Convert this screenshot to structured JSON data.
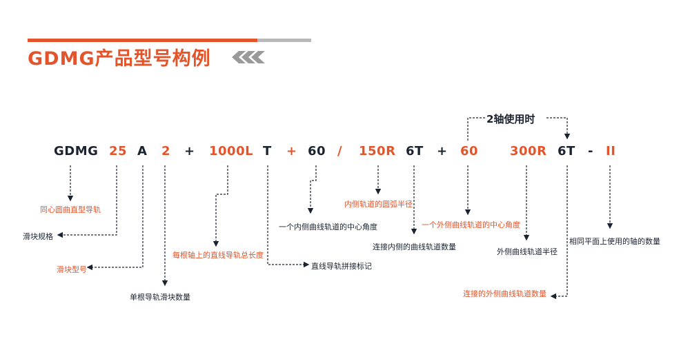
{
  "header": {
    "title": "GDMG产品型号构例"
  },
  "colors": {
    "accent": "#e4542a",
    "dark": "#1b2330",
    "divider_gray": "#b9b9b9",
    "chevron_gray": "#9a9a9a"
  },
  "model": {
    "segments": [
      {
        "text": "GDMG",
        "color": "dark"
      },
      {
        "text": "25",
        "color": "orange"
      },
      {
        "text": "A",
        "color": "dark"
      },
      {
        "text": "2",
        "color": "orange"
      },
      {
        "text": "+",
        "color": "dark"
      },
      {
        "text": "1000L",
        "color": "orange"
      },
      {
        "text": "T",
        "color": "dark"
      },
      {
        "text": "+",
        "color": "orange"
      },
      {
        "text": "60",
        "color": "dark"
      },
      {
        "text": "/",
        "color": "orange"
      },
      {
        "text": "150R",
        "color": "orange"
      },
      {
        "text": "6T",
        "color": "dark"
      },
      {
        "text": "+",
        "color": "dark"
      },
      {
        "text": "60",
        "color": "orange"
      },
      {
        "text": "300R",
        "color": "orange"
      },
      {
        "text": "6T",
        "color": "dark"
      },
      {
        "text": "-",
        "color": "dark"
      },
      {
        "text": "II",
        "color": "orange"
      }
    ],
    "two_axis_label": "2轴使用时"
  },
  "labels": {
    "series": "同心圆曲直型导轨",
    "block_spec": "滑块规格",
    "block_type": "滑块型号",
    "blocks_per_rail": "单根导轨滑块数量",
    "total_length": "每根轴上的直线导轨总长度",
    "joint_mark": "直线导轨拼接标记",
    "inner_angle": "一个内侧曲线轨道的中心角度",
    "inner_radius": "内侧轨道的圆弧半径",
    "inner_count": "连接内侧的曲线轨道数量",
    "outer_angle": "一个外侧曲线轨道的中心角度",
    "outer_radius": "外侧曲线轨道半径",
    "outer_count": "连接的外侧曲线轨道数量",
    "axis_count": "相同平面上使用的轴的数量"
  }
}
